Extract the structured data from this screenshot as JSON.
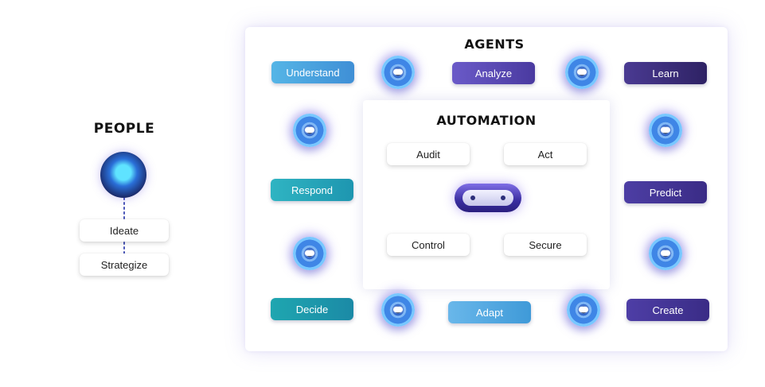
{
  "people": {
    "title": "PEOPLE",
    "stages": [
      "Ideate",
      "Strategize"
    ]
  },
  "agents": {
    "title": "AGENTS",
    "steps": [
      "Understand",
      "Analyze",
      "Learn",
      "Respond",
      "Predict",
      "Decide",
      "Adapt",
      "Create"
    ]
  },
  "automation": {
    "title": "AUTOMATION",
    "functions": [
      "Audit",
      "Act",
      "Control",
      "Secure"
    ]
  },
  "colors": {
    "title_text": "#121212",
    "connector": "#4a56b8",
    "teal": "#1aa3b4",
    "sky": "#45a8de",
    "indigo": "#4a3a9c",
    "violet": "#3a2a7a"
  }
}
